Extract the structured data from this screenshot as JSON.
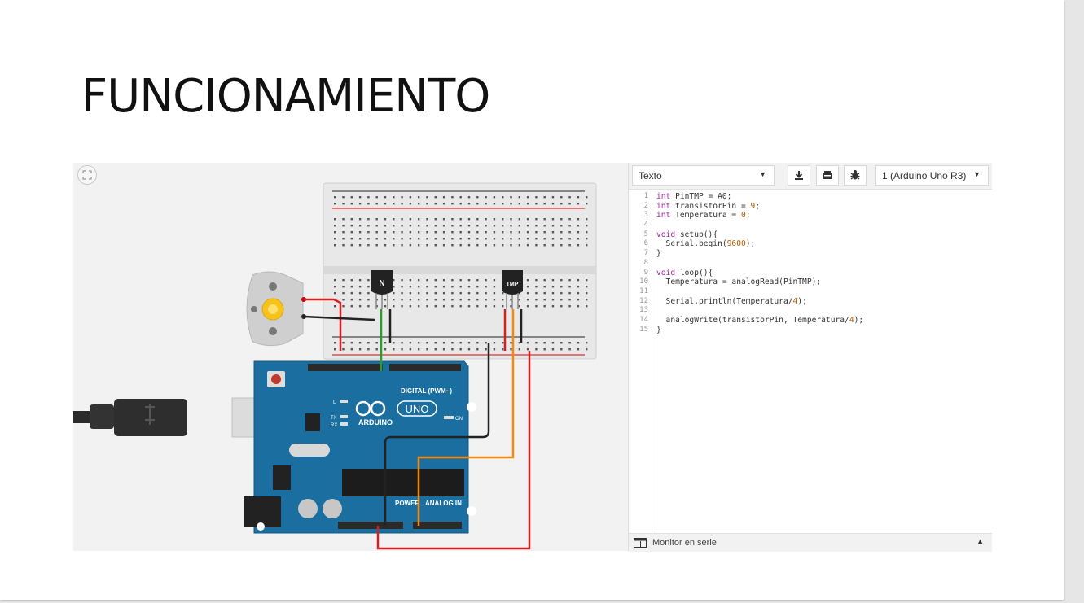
{
  "slide": {
    "title": "FUNCIONAMIENTO"
  },
  "circuit": {
    "transistor_label": "N",
    "sensor_label": "TMP",
    "board": {
      "brand": "ARDUINO",
      "model": "UNO",
      "digital_header": "DIGITAL (PWM~)",
      "power_header": "POWER",
      "analog_header": "ANALOG IN",
      "on_led": "ON",
      "tx_led": "TX",
      "rx_led": "RX",
      "l_led": "L"
    }
  },
  "editor": {
    "mode": "Texto",
    "device": "1 (Arduino Uno R3)",
    "icons": {
      "download": "download-icon",
      "library": "library-icon",
      "debug": "bug-icon"
    },
    "line_numbers": [
      "1",
      "2",
      "3",
      "4",
      "5",
      "6",
      "7",
      "8",
      "9",
      "10",
      "11",
      "12",
      "13",
      "14",
      "15"
    ],
    "code": [
      "int PinTMP = A0;",
      "int transistorPin = 9;",
      "int Temperatura = 0;",
      "",
      "void setup(){",
      "  Serial.begin(9600);",
      "}",
      "",
      "void loop(){",
      "  Temperatura = analogRead(PinTMP);",
      "",
      "  Serial.println(Temperatura/4);",
      "",
      "  analogWrite(transistorPin, Temperatura/4);",
      "}"
    ],
    "serial_monitor": "Monitor en serie"
  }
}
